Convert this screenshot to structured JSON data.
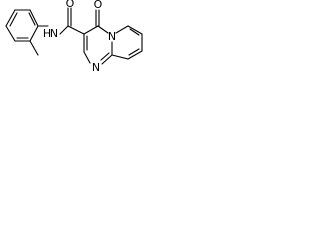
{
  "molecule": {
    "atoms": {
      "nitrogen_amide": {
        "symbol": "N",
        "h": "H"
      },
      "oxygen_amide": {
        "symbol": "O"
      },
      "oxygen_ketone": {
        "symbol": "O"
      },
      "nitrogen_ring_pyrimidine": {
        "symbol": "N"
      },
      "nitrogen_bridgehead": {
        "symbol": "N"
      }
    }
  },
  "colors": {
    "bond": "#000000",
    "background": "#ffffff"
  }
}
